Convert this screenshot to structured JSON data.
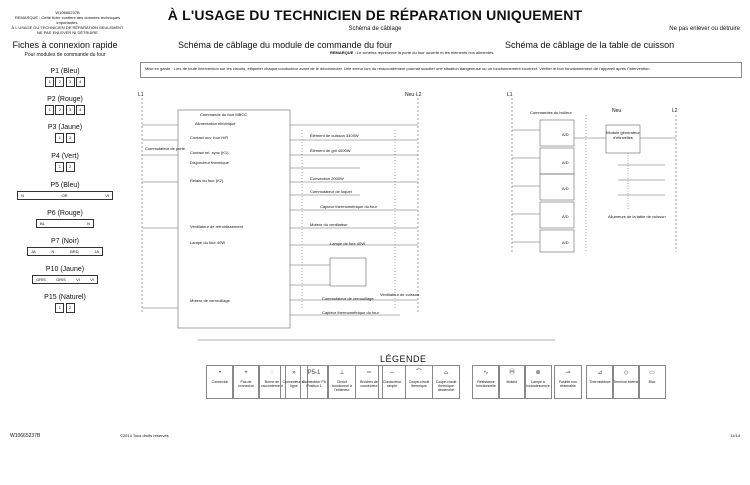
{
  "header": {
    "part_number_top": "W10665237B",
    "remark_line": "REMARQUE : Cette fiche contient des données techniques importantes.",
    "tech_line": "À L'USAGE DU TECHNICIEN DE RÉPARATION SEULEMENT",
    "no_destroy": "NE PAS ENLEVER NI DÉTRUIRE",
    "main_title": "À L'USAGE DU TECHNICIEN DE RÉPARATION UNIQUEMENT",
    "sub_title": "Schéma de câblage",
    "no_remove": "Ne pas enlever ou détruire"
  },
  "quick_connect": {
    "title": "Fiches à connexion rapide",
    "subtitle": "Pour modules de commande du four",
    "connectors": [
      {
        "label": "P1 (Bleu)",
        "pins": [
          "1",
          "2",
          "3",
          "4"
        ]
      },
      {
        "label": "P2 (Rouge)",
        "pins": [
          "1",
          "2",
          "3",
          "4"
        ]
      },
      {
        "label": "P3 (Jaune)",
        "pins": [
          "1",
          "2"
        ]
      },
      {
        "label": "P4 (Vert)",
        "pins": [
          "1",
          "2"
        ]
      },
      {
        "label": "P5 (Bleu)",
        "pins": [
          "N",
          "OR",
          "VI"
        ]
      },
      {
        "label": "P6 (Rouge)",
        "pins": [
          "BL",
          "N"
        ]
      },
      {
        "label": "P7 (Noir)",
        "pins": [
          "JA",
          "N",
          "BRD",
          "JA"
        ]
      },
      {
        "label": "P10 (Jaune)",
        "pins": [
          "GRIS",
          "GRIS",
          "VI",
          "VI"
        ]
      },
      {
        "label": "P15 (Naturel)",
        "pins": [
          "1",
          "2"
        ]
      }
    ]
  },
  "oven_schematic": {
    "title": "Schéma de câblage du module de commande du four",
    "note_label": "REMARQUE :",
    "note": "Le schéma représente la porte du four ouverte et les éléments non alimentés.",
    "warning": "Mise en garde : Lors de toute intervention sur les circuits, étiqueter chaque conducteur avant de le déconnecter. Une erreur lors du reraccordement pourrait susciter une situation dangereuse ou un fonctionnement incorrect. Vérifier le bon fonctionnement de l'appareil après l'intervention.",
    "l1": "L1",
    "neu": "Neu",
    "l2": "L2",
    "module_label": "Commande du four MBCC",
    "components": [
      "Alimentation électrique",
      "Contact ouv. four H/R",
      "Contact rel. sync (K1)",
      "Disjoncteur thermique",
      "Commutateur de porte",
      "Relais du four (K2)",
      "Élément de cuisson 3400W",
      "Élément de gril 4000W",
      "Convection 2000W",
      "Commutateur de loquet",
      "Capteur thermométrique du four",
      "Ventilateur de refroidissement",
      "Moteur du ventilateur",
      "Lampe du four 40W",
      "Lampe de four 40W",
      "Moteur de verrouillage",
      "Capteur thermométrique du four",
      "Commutateur de verrouillage",
      "Ventilateur de cuisson"
    ]
  },
  "cooktop_schematic": {
    "title": "Schéma de câblage de la table de cuisson",
    "l1": "L1",
    "neu": "Neu",
    "l2": "L2",
    "burner_label": "Commandes du brûleur",
    "module_label": "Module générateur d'étincelles",
    "electrode_label": "Allumeurs de la table de cuisson",
    "switches": [
      "A/D",
      "A/D",
      "A/D",
      "A/D",
      "A/D"
    ]
  },
  "legend": {
    "title": "LÉGENDE",
    "items": [
      "Connexion",
      "Pas de connexion",
      "Borne de raccordement",
      "Connecteur en ligne",
      "Connecteur P5 Position 1",
      "Circuit fonctionnel à l'extérieur",
      "Broches de connecteur",
      "Conducteur simple",
      "Coupe-circuit thermique",
      "Coupe-circuit thermique déclenché",
      "Résistance fonctionnelle",
      "Moteur",
      "Lampe à incandescence",
      "Fusible non réarmable",
      "Thermistance",
      "Terminal interne",
      "Bloc"
    ]
  },
  "footer": {
    "part_number": "W10665237B",
    "copyright": "©2014 Tous droits réservés",
    "page": "11/14"
  }
}
